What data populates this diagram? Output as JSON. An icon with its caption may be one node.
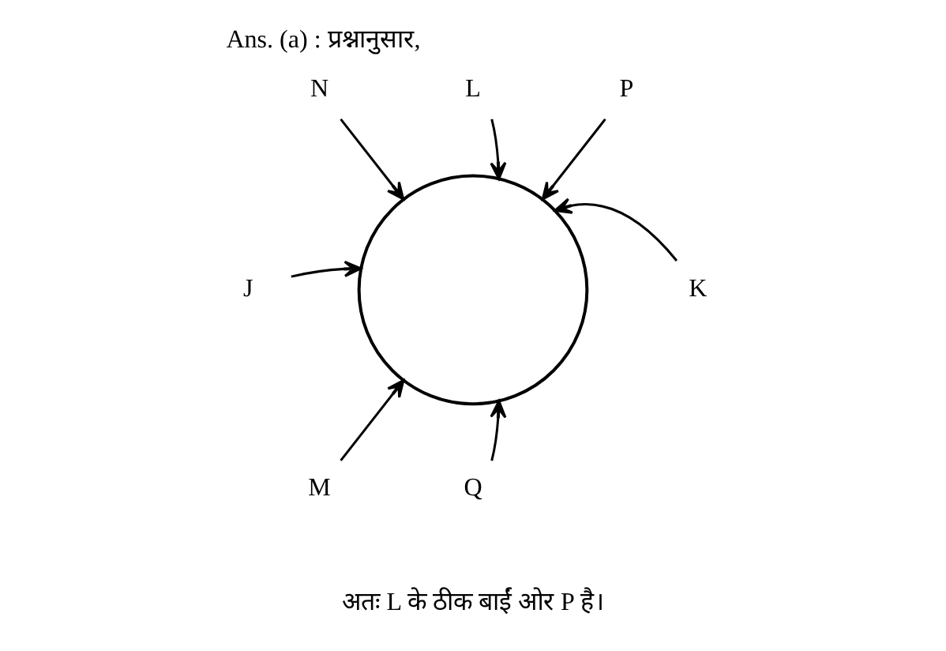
{
  "diagram": {
    "title": "Ans. (a) : प्रश्नानुसार,",
    "caption": "अतः L के ठीक बाईं ओर P है।",
    "nodes": [
      {
        "text": [
          "L"
        ]
      },
      {
        "text": [
          "P"
        ]
      },
      {
        "text": [
          "N"
        ]
      },
      {
        "text": [],
        "shape": "circle"
      },
      {
        "text": [
          "J"
        ]
      },
      {
        "text": [
          "K"
        ]
      },
      {
        "text": [
          "M"
        ]
      },
      {
        "text": [
          "Q"
        ]
      }
    ],
    "edges": [
      {
        "from": 0,
        "to": 3,
        "arrow": "to"
      },
      {
        "from": 1,
        "to": 3,
        "arrow": "to"
      },
      {
        "from": 2,
        "to": 3,
        "arrow": "to"
      },
      {
        "from": 4,
        "to": 3,
        "arrow": "to"
      },
      {
        "from": 5,
        "to": 3,
        "arrow": "to"
      },
      {
        "from": 6,
        "to": 3,
        "arrow": "to"
      },
      {
        "from": 7,
        "to": 3,
        "arrow": "to"
      }
    ]
  }
}
